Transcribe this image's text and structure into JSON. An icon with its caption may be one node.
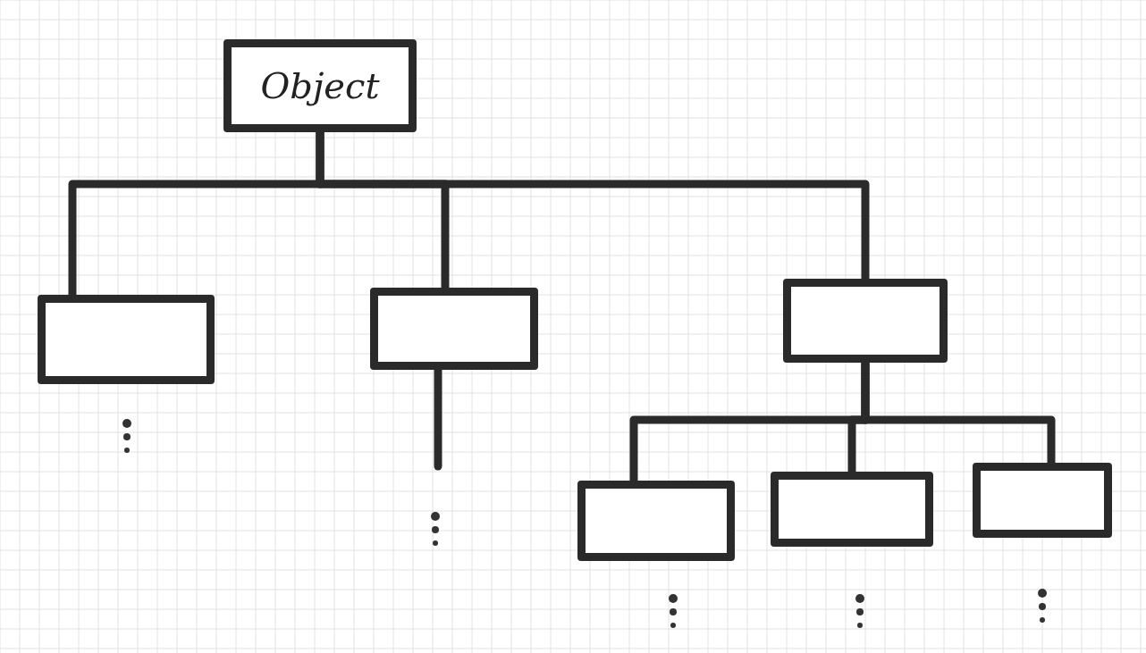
{
  "diagram": {
    "nodes": [
      {
        "text": [
          "Object"
        ]
      },
      {
        "text": [],
        "shape": "box"
      },
      {
        "text": [],
        "shape": "box"
      },
      {
        "text": [],
        "shape": "box"
      },
      {
        "text": [],
        "shape": "box"
      },
      {
        "text": [],
        "shape": "box"
      },
      {
        "text": [],
        "shape": "box"
      }
    ],
    "edges": [
      {
        "from": 0,
        "to": 1,
        "arrow": "none"
      },
      {
        "from": 0,
        "to": 2,
        "arrow": "none"
      },
      {
        "from": 0,
        "to": 3,
        "arrow": "none"
      },
      {
        "from": 2,
        "to": null,
        "arrow": "none"
      },
      {
        "from": 3,
        "to": 4,
        "arrow": "none"
      },
      {
        "from": 3,
        "to": 5,
        "arrow": "none"
      },
      {
        "from": 3,
        "to": 6,
        "arrow": "none"
      }
    ]
  }
}
